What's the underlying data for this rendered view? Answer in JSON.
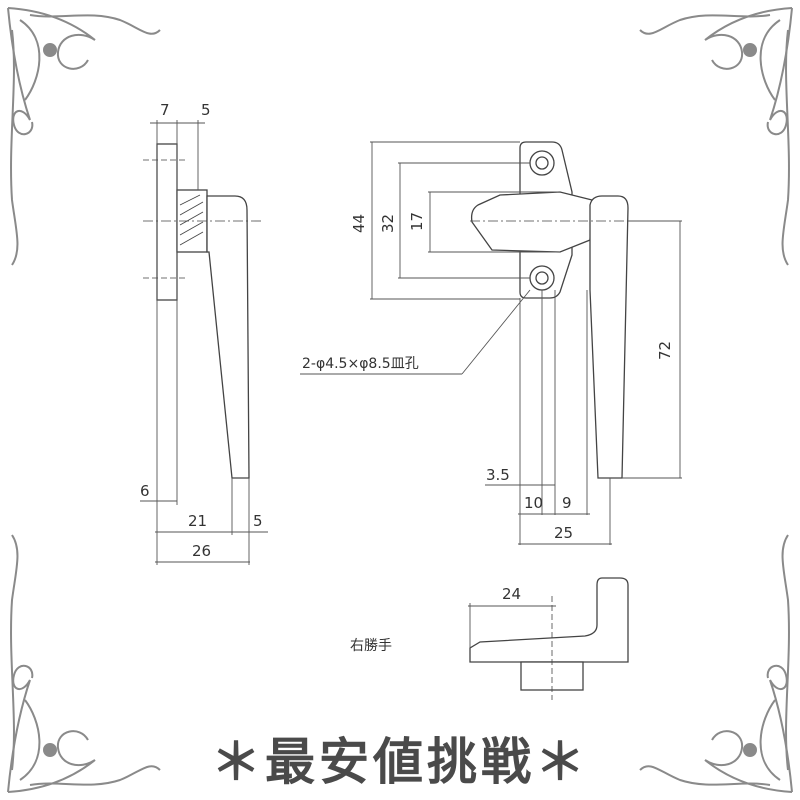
{
  "side_view": {
    "dims": {
      "top_left": "7",
      "top_right": "5",
      "offset": "6",
      "lever_depth": "21",
      "tip": "5",
      "total_depth": "26"
    }
  },
  "front_view": {
    "dims": {
      "hole_span": "44",
      "center_span": "32",
      "cam_width": "17",
      "lever_length": "72",
      "edge": "3.5",
      "hole_offset": "10",
      "lever_offset": "9",
      "total_width": "25"
    },
    "callout": "2-φ4.5×φ8.5皿孔"
  },
  "bottom_view": {
    "dim": "24",
    "label": "右勝手"
  },
  "banner": "＊最安値挑戦＊"
}
